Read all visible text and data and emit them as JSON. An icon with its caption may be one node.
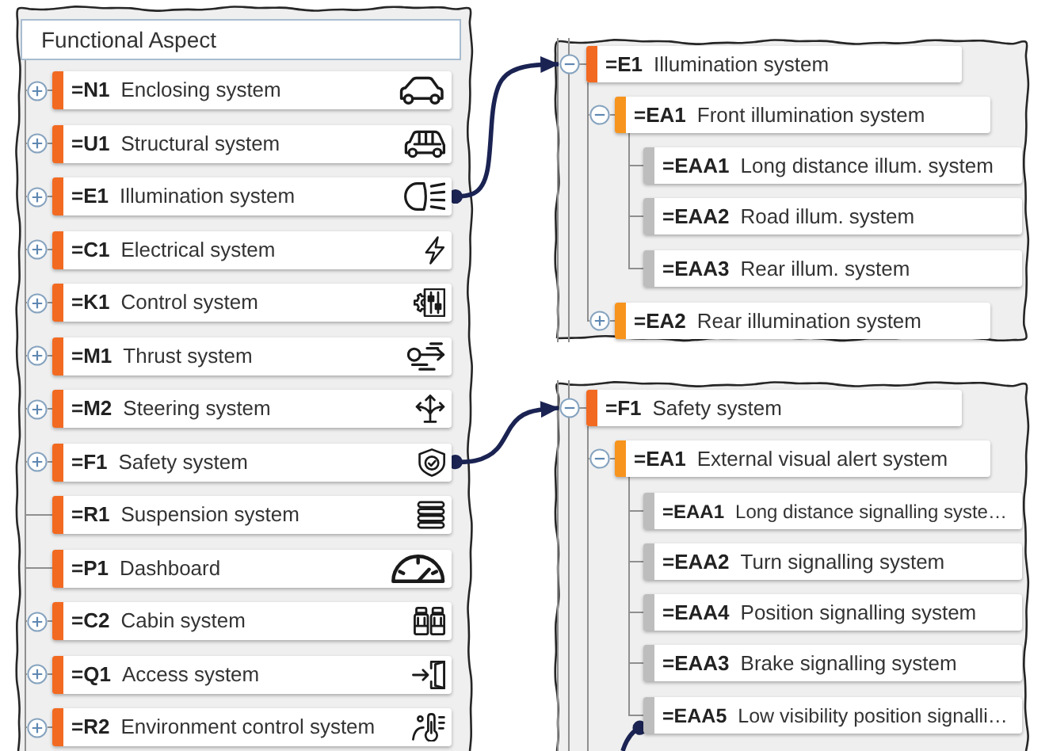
{
  "diagram": {
    "nodes": [
      {
        "text": [],
        "shape": "box"
      },
      {
        "text": [
          "Functional Aspect"
        ],
        "in": 0
      },
      {
        "text": [
          "=N1",
          "Enclosing system"
        ],
        "in": 0
      },
      {
        "text": [
          "=U1",
          "Structural system"
        ],
        "in": 0
      },
      {
        "text": [
          "=E1",
          "Illumination system"
        ],
        "in": 0
      },
      {
        "text": [
          "=C1",
          "Electrical system"
        ],
        "in": 0
      },
      {
        "text": [
          "=K1",
          "Control system"
        ],
        "in": 0
      },
      {
        "text": [
          "=M1",
          "Thrust system"
        ],
        "in": 0
      },
      {
        "text": [
          "=M2",
          "Steering system"
        ],
        "in": 0
      },
      {
        "text": [
          "=F1",
          "Safety system"
        ],
        "in": 0
      },
      {
        "text": [
          "=R1",
          "Suspension system"
        ],
        "in": 0
      },
      {
        "text": [
          "=P1",
          "Dashboard"
        ],
        "in": 0
      },
      {
        "text": [
          "=C2",
          "Cabin system"
        ],
        "in": 0
      },
      {
        "text": [
          "=Q1",
          "Access system"
        ],
        "in": 0
      },
      {
        "text": [
          "=R2",
          "Environment control system"
        ],
        "in": 0
      },
      {
        "text": [],
        "shape": "box"
      },
      {
        "text": [
          "=E1",
          "Illumination system"
        ],
        "in": 15
      },
      {
        "text": [
          "=EA1",
          "Front illumination system"
        ],
        "in": 15
      },
      {
        "text": [
          "=EAA1",
          "Long distance illum. system"
        ],
        "in": 15
      },
      {
        "text": [
          "=EAA2",
          "Road illum. system"
        ],
        "in": 15
      },
      {
        "text": [
          "=EAA3",
          "Rear illum. system"
        ],
        "in": 15
      },
      {
        "text": [
          "=EA2",
          "Rear illumination system"
        ],
        "in": 15
      },
      {
        "text": [],
        "shape": "box"
      },
      {
        "text": [
          "=F1",
          "Safety system"
        ],
        "in": 22
      },
      {
        "text": [
          "=EA1",
          "External visual alert system"
        ],
        "in": 22
      },
      {
        "text": [
          "=EAA1",
          "Long distance signalling syste…"
        ],
        "in": 22
      },
      {
        "text": [
          "=EAA2",
          "Turn signalling system"
        ],
        "in": 22
      },
      {
        "text": [
          "=EAA4",
          "Position signalling system"
        ],
        "in": 22
      },
      {
        "text": [
          "=EAA3",
          "Brake signalling system"
        ],
        "in": 22
      },
      {
        "text": [
          "=EAA5",
          "Low visibility position signalli…"
        ],
        "in": 22
      }
    ],
    "edges": [
      {
        "from": 1,
        "to": 2,
        "arrow": "none"
      },
      {
        "from": 1,
        "to": 3,
        "arrow": "none"
      },
      {
        "from": 1,
        "to": 4,
        "arrow": "none"
      },
      {
        "from": 1,
        "to": 5,
        "arrow": "none"
      },
      {
        "from": 1,
        "to": 6,
        "arrow": "none"
      },
      {
        "from": 1,
        "to": 7,
        "arrow": "none"
      },
      {
        "from": 1,
        "to": 8,
        "arrow": "none"
      },
      {
        "from": 1,
        "to": 9,
        "arrow": "none"
      },
      {
        "from": 1,
        "to": 10,
        "arrow": "none"
      },
      {
        "from": 1,
        "to": 11,
        "arrow": "none"
      },
      {
        "from": 1,
        "to": 12,
        "arrow": "none"
      },
      {
        "from": 1,
        "to": 13,
        "arrow": "none"
      },
      {
        "from": 1,
        "to": 14,
        "arrow": "none"
      },
      {
        "from": 16,
        "to": 17,
        "arrow": "none"
      },
      {
        "from": 17,
        "to": 18,
        "arrow": "none"
      },
      {
        "from": 17,
        "to": 19,
        "arrow": "none"
      },
      {
        "from": 17,
        "to": 20,
        "arrow": "none"
      },
      {
        "from": 16,
        "to": 21,
        "arrow": "none"
      },
      {
        "from": 23,
        "to": 24,
        "arrow": "none"
      },
      {
        "from": 24,
        "to": 25,
        "arrow": "none"
      },
      {
        "from": 24,
        "to": 26,
        "arrow": "none"
      },
      {
        "from": 24,
        "to": 27,
        "arrow": "none"
      },
      {
        "from": 24,
        "to": 28,
        "arrow": "none"
      },
      {
        "from": 24,
        "to": 29,
        "arrow": "none"
      },
      {
        "from": 4,
        "to": 16,
        "arrow": "to",
        "style": "thick",
        "color": "#1a2352"
      },
      {
        "from": 9,
        "to": 23,
        "arrow": "to",
        "style": "thick",
        "color": "#1a2352"
      },
      {
        "from": 29,
        "to": null,
        "arrow": "other",
        "style": "thick",
        "color": "#1a2352"
      }
    ]
  }
}
